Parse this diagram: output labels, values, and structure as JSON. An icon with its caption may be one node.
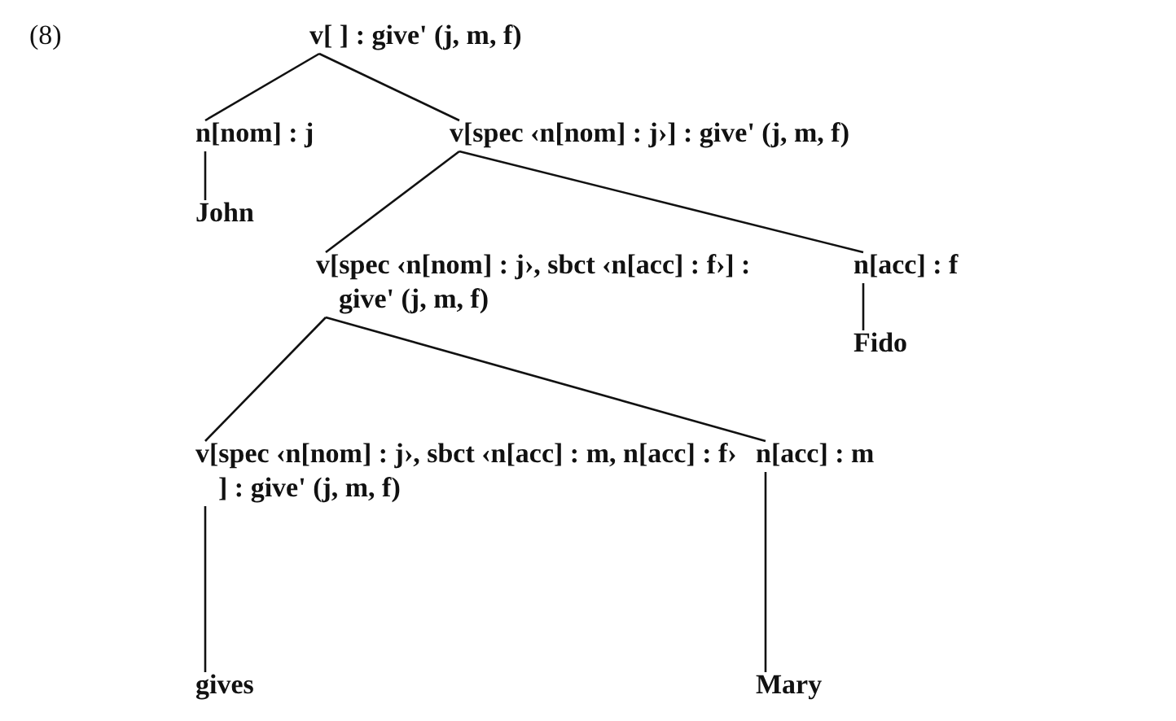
{
  "diagram": {
    "nodes": [
      {
        "text": [
          "v[ ] : give' (j, m, f)"
        ]
      },
      {
        "text": [
          "n[nom] : j"
        ]
      },
      {
        "text": [
          "John"
        ]
      },
      {
        "text": [
          "v[spec ‹n[nom] : j›] : give' (j, m, f)"
        ]
      },
      {
        "text": [
          "v[spec ‹n[nom] : j›, sbct ‹n[acc] : f›] : give' (j, m, f)"
        ]
      },
      {
        "text": [
          "n[acc] : f"
        ]
      },
      {
        "text": [
          "Fido"
        ]
      },
      {
        "text": [
          "v[spec ‹n[nom] : j›, sbct ‹n[acc] : m, n[acc] : f› ] : give' (j, m, f)"
        ]
      },
      {
        "text": [
          "n[acc] : m"
        ]
      },
      {
        "text": [
          "gives"
        ]
      },
      {
        "text": [
          "Mary"
        ]
      }
    ],
    "edges": [
      {
        "from": 0,
        "to": 1,
        "arrow": "none"
      },
      {
        "from": 0,
        "to": 3,
        "arrow": "none"
      },
      {
        "from": 1,
        "to": 2,
        "arrow": "none"
      },
      {
        "from": 3,
        "to": 4,
        "arrow": "none"
      },
      {
        "from": 3,
        "to": 5,
        "arrow": "none"
      },
      {
        "from": 5,
        "to": 6,
        "arrow": "none"
      },
      {
        "from": 4,
        "to": 7,
        "arrow": "none"
      },
      {
        "from": 4,
        "to": 8,
        "arrow": "none"
      },
      {
        "from": 7,
        "to": 9,
        "arrow": "none"
      },
      {
        "from": 8,
        "to": 10,
        "arrow": "none"
      }
    ],
    "labels": [
      "(8)"
    ]
  }
}
